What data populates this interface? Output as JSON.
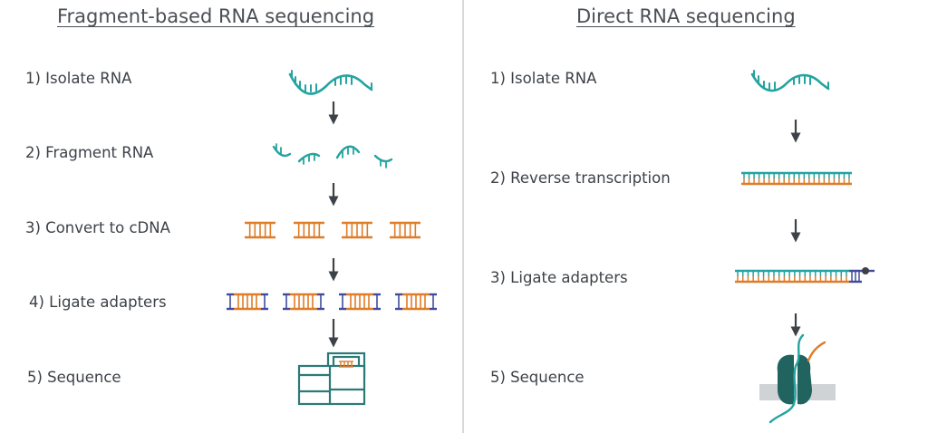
{
  "left": {
    "title": "Fragment-based RNA sequencing",
    "steps": [
      "1)  Isolate RNA",
      "2) Fragment RNA",
      "3) Convert to cDNA",
      "4) Ligate adapters",
      "5) Sequence"
    ]
  },
  "right": {
    "title": "Direct RNA sequencing",
    "steps": [
      "1)  Isolate RNA",
      "2) Reverse transcription",
      "3) Ligate adapters",
      "5) Sequence"
    ]
  },
  "colors": {
    "rna": "#24a3a0",
    "cdna": "#e07b28",
    "adapter": "#404b9c",
    "arrow": "#3d4248",
    "instrument": "#2c7a78",
    "protein": "#20635f",
    "membrane": "#cfd3d6",
    "divider": "#d7dadd"
  }
}
